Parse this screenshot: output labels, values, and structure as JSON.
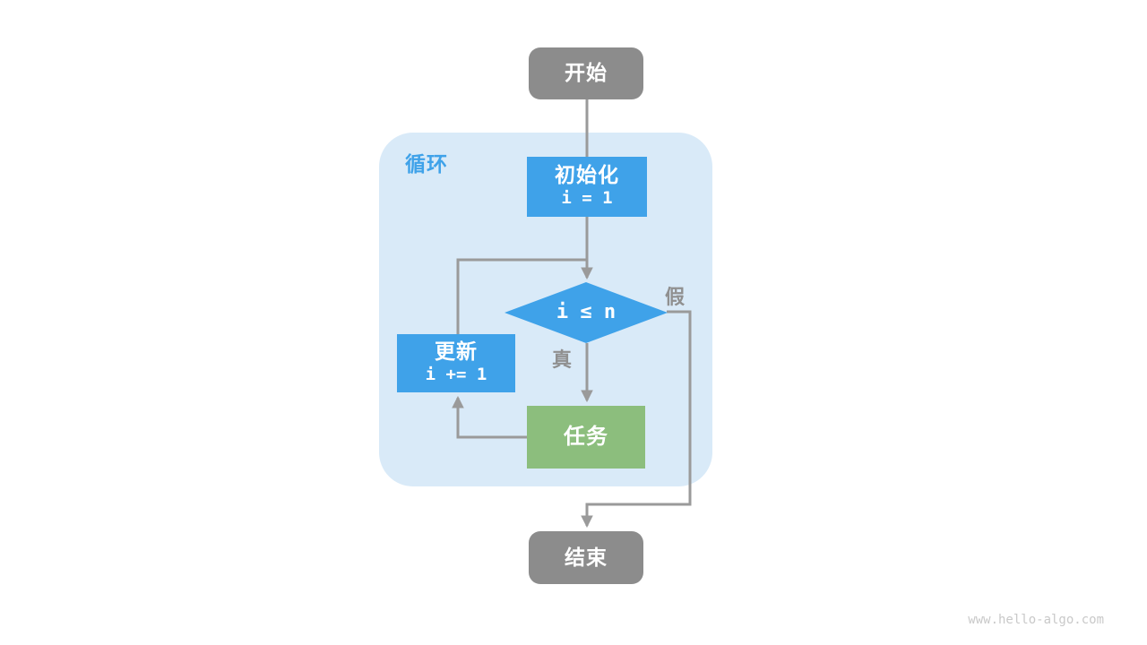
{
  "watermark": "www.hello-algo.com",
  "diagram": {
    "loop_container": {
      "label": "循环"
    },
    "nodes": {
      "start": {
        "label": "开始"
      },
      "init": {
        "title": "初始化",
        "code": "i = 1"
      },
      "condition": {
        "code": "i ≤ n"
      },
      "update": {
        "title": "更新",
        "code": "i += 1"
      },
      "task": {
        "label": "任务"
      },
      "end": {
        "label": "结束"
      }
    },
    "edge_labels": {
      "true": "真",
      "false": "假"
    },
    "colors": {
      "node_blue": "#3FA2E9",
      "node_green": "#8CBE7D",
      "node_gray": "#8C8C8C",
      "container_bg": "#D9EAF8",
      "connector_gray": "#9A9A9A",
      "edge_label_gray": "#909090",
      "loop_label_blue": "#3FA2E9",
      "watermark_gray": "#C9C9C9"
    }
  }
}
